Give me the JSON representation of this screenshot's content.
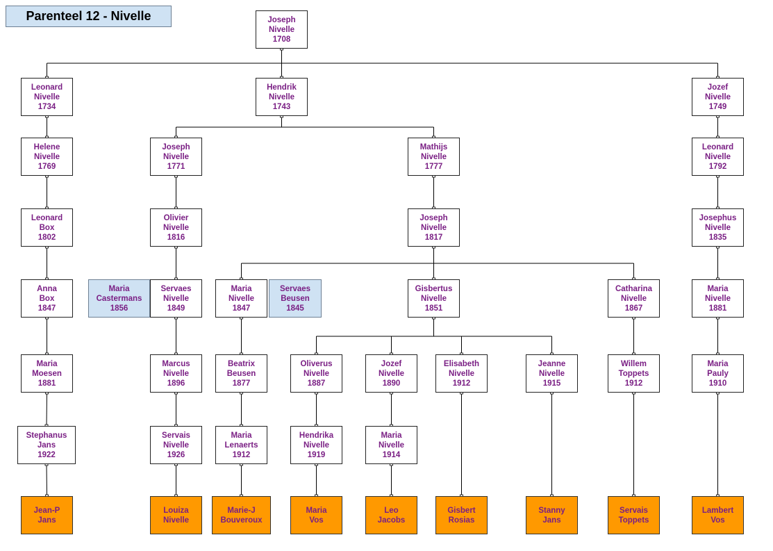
{
  "title": "Parenteel 12 - Nivelle",
  "colors": {
    "text": "#7a1f84",
    "spouse_fill": "#cfe2f3",
    "leaf_fill": "#ff9900",
    "line": "#000000"
  },
  "persons": [
    {
      "id": "p1",
      "first": "Joseph",
      "last": "Nivelle",
      "year": "1708",
      "parent": null
    },
    {
      "id": "p2",
      "first": "Leonard",
      "last": "Nivelle",
      "year": "1734",
      "parent": "p1"
    },
    {
      "id": "p3",
      "first": "Hendrik",
      "last": "Nivelle",
      "year": "1743",
      "parent": "p1"
    },
    {
      "id": "p4",
      "first": "Jozef",
      "last": "Nivelle",
      "year": "1749",
      "parent": "p1"
    },
    {
      "id": "p5",
      "first": "Helene",
      "last": "Nivelle",
      "year": "1769",
      "parent": "p2"
    },
    {
      "id": "p6",
      "first": "Joseph",
      "last": "Nivelle",
      "year": "1771",
      "parent": "p3"
    },
    {
      "id": "p7",
      "first": "Mathijs",
      "last": "Nivelle",
      "year": "1777",
      "parent": "p3"
    },
    {
      "id": "p8",
      "first": "Leonard",
      "last": "Nivelle",
      "year": "1792",
      "parent": "p4"
    },
    {
      "id": "p9",
      "first": "Leonard",
      "last": "Box",
      "year": "1802",
      "parent": "p5"
    },
    {
      "id": "p10",
      "first": "Olivier",
      "last": "Nivelle",
      "year": "1816",
      "parent": "p6"
    },
    {
      "id": "p11",
      "first": "Joseph",
      "last": "Nivelle",
      "year": "1817",
      "parent": "p7"
    },
    {
      "id": "p12",
      "first": "Josephus",
      "last": "Nivelle",
      "year": "1835",
      "parent": "p8"
    },
    {
      "id": "p13",
      "first": "Anna",
      "last": "Box",
      "year": "1847",
      "parent": "p9"
    },
    {
      "id": "s1",
      "first": "Maria",
      "last": "Castermans",
      "year": "1856",
      "parent": null,
      "spouse": true
    },
    {
      "id": "p14",
      "first": "Servaes",
      "last": "Nivelle",
      "year": "1849",
      "parent": "p10"
    },
    {
      "id": "p15",
      "first": "Maria",
      "last": "Nivelle",
      "year": "1847",
      "parent": "p11"
    },
    {
      "id": "s2",
      "first": "Servaes",
      "last": "Beusen",
      "year": "1845",
      "parent": null,
      "spouse": true
    },
    {
      "id": "p16",
      "first": "Gisbertus",
      "last": "Nivelle",
      "year": "1851",
      "parent": "p11"
    },
    {
      "id": "p17",
      "first": "Catharina",
      "last": "Nivelle",
      "year": "1867",
      "parent": "p11"
    },
    {
      "id": "p18",
      "first": "Maria",
      "last": "Nivelle",
      "year": "1881",
      "parent": "p12"
    },
    {
      "id": "p19",
      "first": "Maria",
      "last": "Moesen",
      "year": "1881",
      "parent": "p13"
    },
    {
      "id": "p20",
      "first": "Marcus",
      "last": "Nivelle",
      "year": "1896",
      "parent": "p14"
    },
    {
      "id": "p21",
      "first": "Beatrix",
      "last": "Beusen",
      "year": "1877",
      "parent": "p15"
    },
    {
      "id": "p22",
      "first": "Oliverus",
      "last": "Nivelle",
      "year": "1887",
      "parent": "p16"
    },
    {
      "id": "p23",
      "first": "Jozef",
      "last": "Nivelle",
      "year": "1890",
      "parent": "p16"
    },
    {
      "id": "p24",
      "first": "Elisabeth",
      "last": "Nivelle",
      "year": "1912",
      "parent": "p16"
    },
    {
      "id": "p25",
      "first": "Jeanne",
      "last": "Nivelle",
      "year": "1915",
      "parent": "p16"
    },
    {
      "id": "p26",
      "first": "Willem",
      "last": "Toppets",
      "year": "1912",
      "parent": "p17"
    },
    {
      "id": "p27",
      "first": "Maria",
      "last": "Pauly",
      "year": "1910",
      "parent": "p18"
    },
    {
      "id": "p28",
      "first": "Stephanus",
      "last": "Jans",
      "year": "1922",
      "parent": "p19"
    },
    {
      "id": "p29",
      "first": "Servais",
      "last": "Nivelle",
      "year": "1926",
      "parent": "p20"
    },
    {
      "id": "p30",
      "first": "Maria",
      "last": "Lenaerts",
      "year": "1912",
      "parent": "p21"
    },
    {
      "id": "p31",
      "first": "Hendrika",
      "last": "Nivelle",
      "year": "1919",
      "parent": "p22"
    },
    {
      "id": "p32",
      "first": "Maria",
      "last": "Nivelle",
      "year": "1914",
      "parent": "p23"
    },
    {
      "id": "l1",
      "first": "Jean-P",
      "last": "Jans",
      "year": "",
      "parent": "p28",
      "leaf": true
    },
    {
      "id": "l2",
      "first": "Louiza",
      "last": "Nivelle",
      "year": "",
      "parent": "p29",
      "leaf": true
    },
    {
      "id": "l3",
      "first": "Marie-J",
      "last": "Bouveroux",
      "year": "",
      "parent": "p30",
      "leaf": true
    },
    {
      "id": "l4",
      "first": "Maria",
      "last": "Vos",
      "year": "",
      "parent": "p31",
      "leaf": true
    },
    {
      "id": "l5",
      "first": "Leo",
      "last": "Jacobs",
      "year": "",
      "parent": "p32",
      "leaf": true
    },
    {
      "id": "l6",
      "first": "Gisbert",
      "last": "Rosias",
      "year": "",
      "parent": "p24",
      "leaf": true
    },
    {
      "id": "l7",
      "first": "Stanny",
      "last": "Jans",
      "year": "",
      "parent": "p25",
      "leaf": true
    },
    {
      "id": "l8",
      "first": "Servais",
      "last": "Toppets",
      "year": "",
      "parent": "p26",
      "leaf": true
    },
    {
      "id": "l9",
      "first": "Lambert",
      "last": "Vos",
      "year": "",
      "parent": "p27",
      "leaf": true
    }
  ]
}
